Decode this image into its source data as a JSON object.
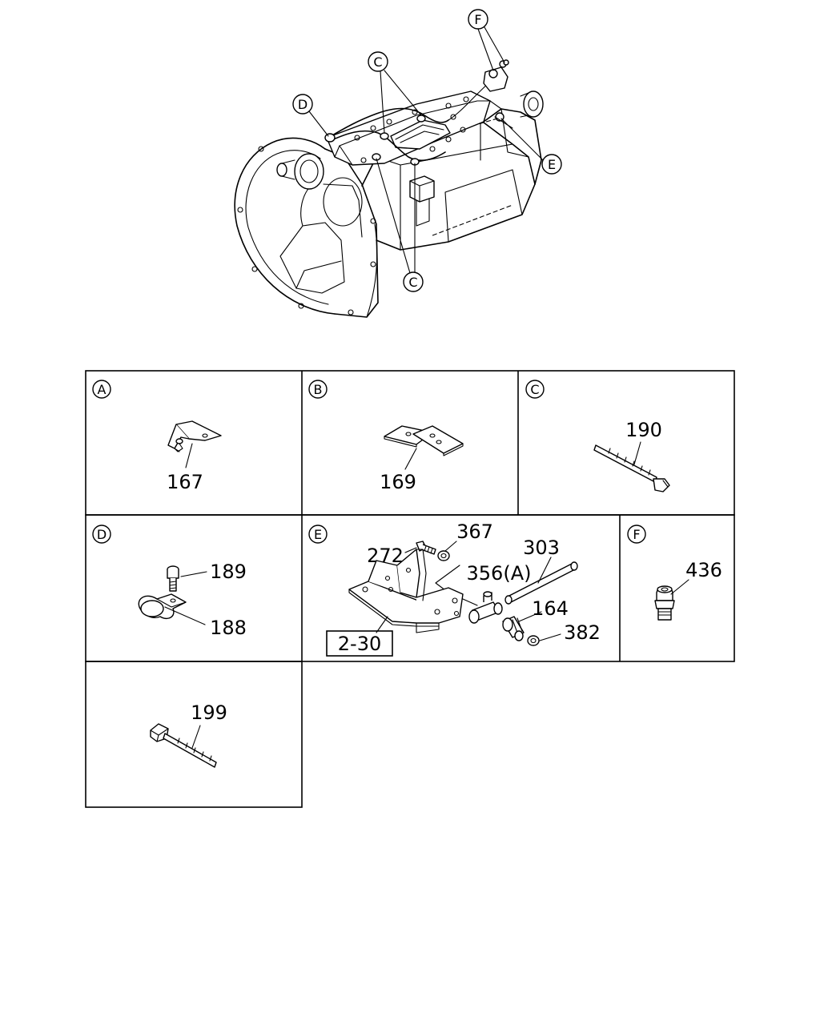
{
  "callouts": {
    "f": "F",
    "c_top": "C",
    "d": "D",
    "e": "E",
    "c_bottom": "C"
  },
  "panels": {
    "a": {
      "letter": "A",
      "parts": [
        "167"
      ]
    },
    "b": {
      "letter": "B",
      "parts": [
        "169"
      ]
    },
    "c": {
      "letter": "C",
      "parts": [
        "190"
      ]
    },
    "d": {
      "letter": "D",
      "parts": [
        "189",
        "188"
      ]
    },
    "e": {
      "letter": "E",
      "parts": [
        "367",
        "272",
        "303",
        "356(A)",
        "164",
        "382"
      ],
      "ref": "2-30"
    },
    "f": {
      "letter": "F",
      "parts": [
        "436"
      ]
    },
    "g": {
      "parts": [
        "199"
      ]
    }
  }
}
